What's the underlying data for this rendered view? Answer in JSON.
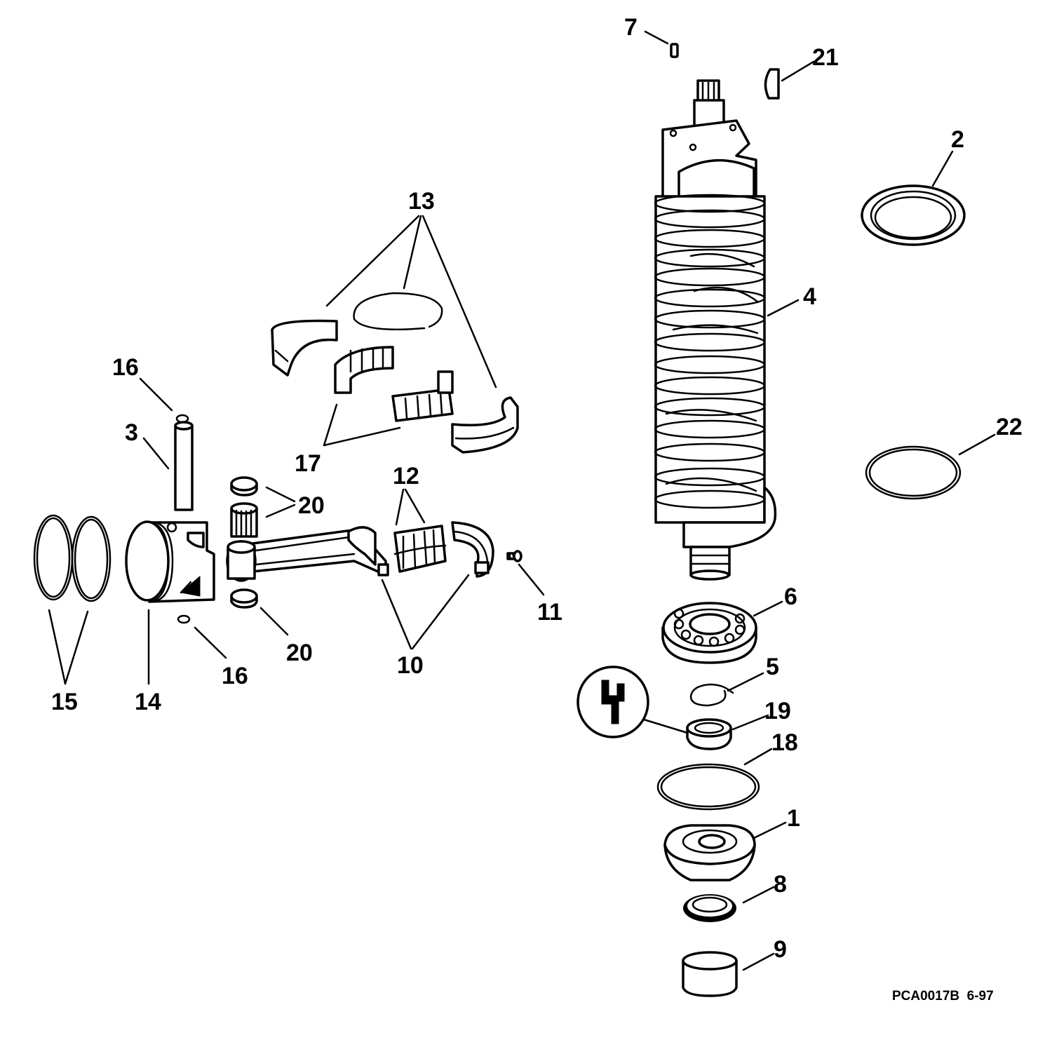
{
  "callouts": {
    "c1": "1",
    "c2": "2",
    "c3": "3",
    "c4": "4",
    "c5": "5",
    "c6": "6",
    "c7": "7",
    "c8": "8",
    "c9": "9",
    "c10": "10",
    "c11": "11",
    "c12": "12",
    "c13": "13",
    "c14": "14",
    "c15": "15",
    "c16a": "16",
    "c16b": "16",
    "c17": "17",
    "c18": "18",
    "c19": "19",
    "c20a": "20",
    "c20b": "20",
    "c21": "21",
    "c22": "22"
  },
  "reference": "PCA0017B  6-97"
}
